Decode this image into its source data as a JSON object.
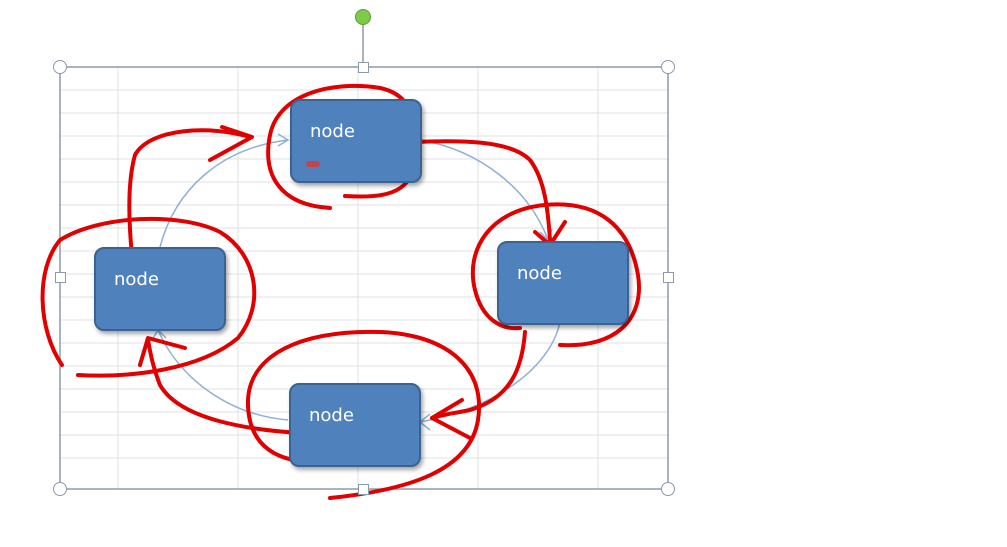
{
  "diagram": {
    "nodes": [
      {
        "id": "top",
        "label": "node"
      },
      {
        "id": "right",
        "label": "node"
      },
      {
        "id": "bottom",
        "label": "node"
      },
      {
        "id": "left",
        "label": "node"
      }
    ]
  },
  "colors": {
    "node_fill": "#4f81bd",
    "node_border": "#3a6391",
    "connector": "#8fb0d4",
    "annotation_red": "#e10000",
    "grid": "#d9dde3",
    "frame": "#8a9aab",
    "rotate_handle": "#7ecb4a"
  }
}
